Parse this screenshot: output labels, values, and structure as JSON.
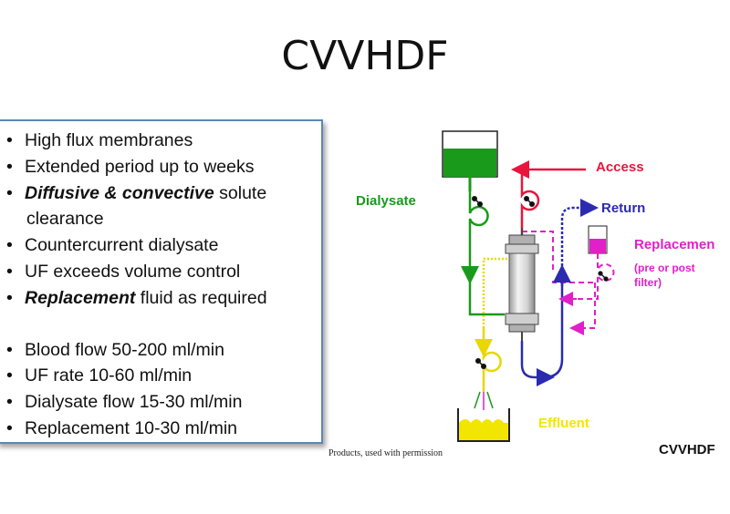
{
  "title": "CVVHDF",
  "bullets": [
    {
      "text": "High flux membranes"
    },
    {
      "text": "Extended period up to weeks"
    },
    {
      "emph": "Diffusive & convective",
      "rest": " solute"
    },
    {
      "cont": "clearance"
    },
    {
      "text": "Countercurrent dialysate"
    },
    {
      "text": "UF exceeds volume control"
    },
    {
      "emph": "Replacement",
      "rest": " fluid as required"
    }
  ],
  "params": [
    "Blood flow 50-200 ml/min",
    "UF rate 10-60 ml/min",
    "Dialysate flow 15-30 ml/min",
    "Replacement 10-30 ml/min"
  ],
  "diagram": {
    "labels": {
      "access": "Access",
      "return": "Return",
      "dialysate": "Dialysate",
      "replacement": "Replacemen",
      "pre_post_1": "(pre or post",
      "pre_post_2": "filter)",
      "effluent": "Effluent",
      "mode": "CVVHDF"
    },
    "colors": {
      "access": "#e8163c",
      "return": "#2b2bb0",
      "dialysate": "#1a9a1a",
      "replacement": "#e020c8",
      "effluent": "#f2e600"
    }
  },
  "credit": "Products, used with permission"
}
